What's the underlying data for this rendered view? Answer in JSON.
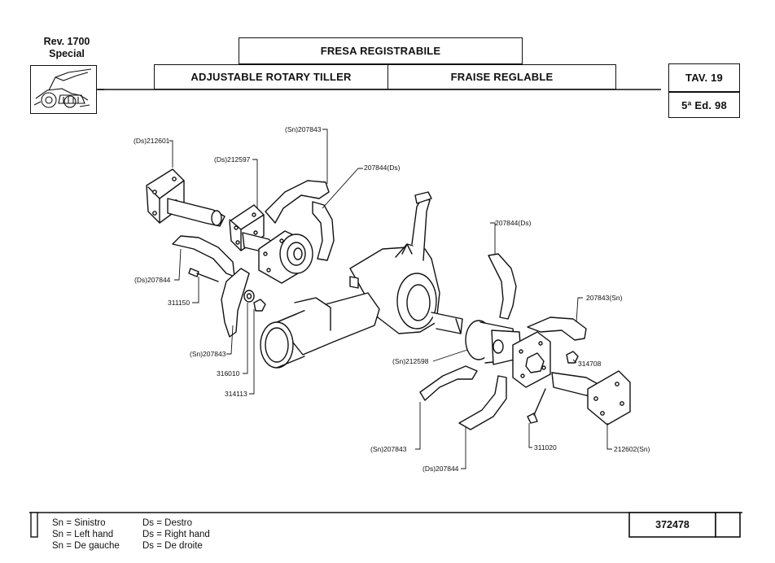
{
  "header": {
    "rev": "Rev. 1700",
    "model": "Special",
    "title_it": "FRESA REGISTRABILE",
    "title_en": "ADJUSTABLE ROTARY TILLER",
    "title_fr": "FRAISE REGLABLE",
    "table": "TAV. 19",
    "edition": "5ª Ed. 98"
  },
  "parts": [
    {
      "id": "p1",
      "label": "(Ds)212601"
    },
    {
      "id": "p2",
      "label": "(Sn)207843"
    },
    {
      "id": "p3",
      "label": "(Ds)212597"
    },
    {
      "id": "p4",
      "label": "207844(Ds)"
    },
    {
      "id": "p5",
      "label": "(Ds)207844"
    },
    {
      "id": "p6",
      "label": "311150"
    },
    {
      "id": "p7",
      "label": "(Sn)207843"
    },
    {
      "id": "p8",
      "label": "316010"
    },
    {
      "id": "p9",
      "label": "314113"
    },
    {
      "id": "p10",
      "label": "207844(Ds)"
    },
    {
      "id": "p11",
      "label": "207843(Sn)"
    },
    {
      "id": "p12",
      "label": "(Sn)212598"
    },
    {
      "id": "p13",
      "label": "314708"
    },
    {
      "id": "p14",
      "label": "(Sn)207843"
    },
    {
      "id": "p15",
      "label": "311020"
    },
    {
      "id": "p16",
      "label": "212602(Sn)"
    },
    {
      "id": "p17",
      "label": "(Ds)207844"
    }
  ],
  "legend": {
    "sn_it": "Sn = Sinistro",
    "sn_en": "Sn = Left hand",
    "sn_fr": "Sn = De gauche",
    "ds_it": "Ds = Destro",
    "ds_en": "Ds = Right hand",
    "ds_fr": "Ds = De droite"
  },
  "footer": {
    "code": "372478"
  }
}
